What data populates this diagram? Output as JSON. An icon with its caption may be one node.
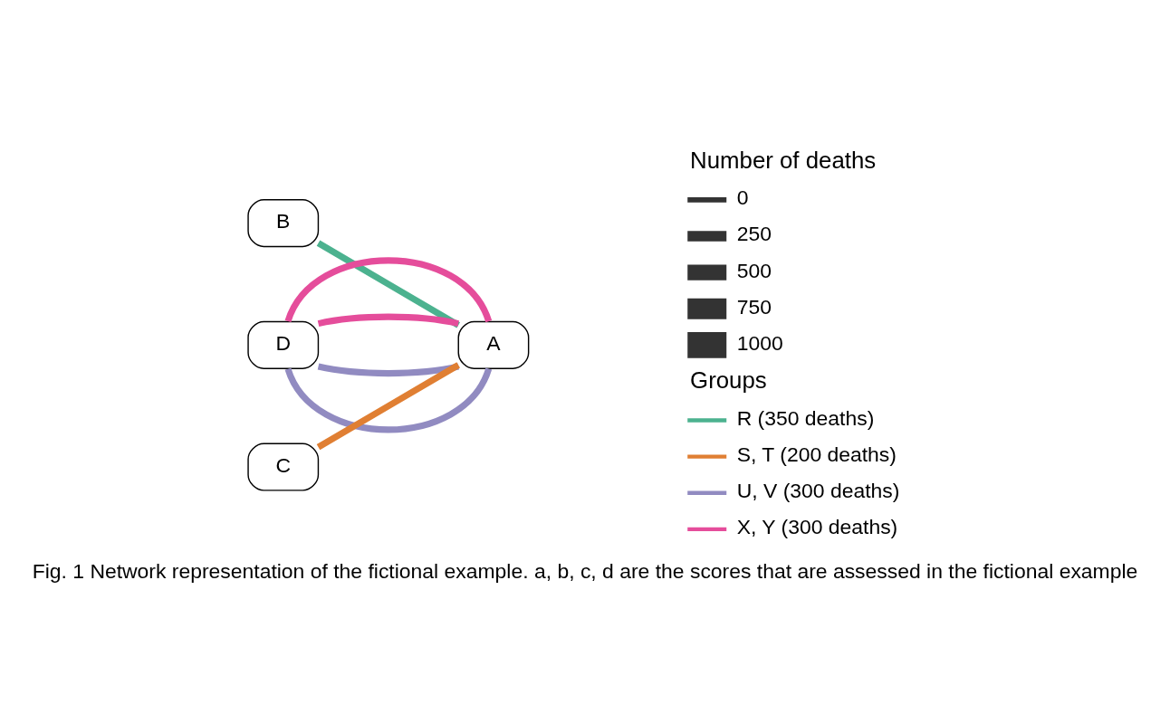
{
  "diagram": {
    "caption": "Fig. 1 Network representation of the fictional example. a, b, c, d are the scores that are assessed in the fictional example",
    "nodes": [
      {
        "text": [
          "B"
        ]
      },
      {
        "text": [
          "D"
        ]
      },
      {
        "text": [
          "A"
        ]
      },
      {
        "text": [
          "C"
        ]
      }
    ],
    "edges": [
      {
        "from": 0,
        "to": 2,
        "arrow": "none",
        "color": "#4cb28f"
      },
      {
        "from": 3,
        "to": 2,
        "arrow": "none",
        "color": "#e07f33"
      },
      {
        "from": 1,
        "to": 2,
        "arrow": "none",
        "color": "#918bc1"
      },
      {
        "from": 1,
        "to": 2,
        "arrow": "none",
        "color": "#918bc1"
      },
      {
        "from": 1,
        "to": 2,
        "arrow": "none",
        "color": "#e54d9b"
      },
      {
        "from": 1,
        "to": 2,
        "arrow": "none",
        "color": "#e54d9b"
      }
    ],
    "labels": [
      "Number of deaths",
      "Groups"
    ],
    "legend": [
      {
        "text": "0"
      },
      {
        "text": "250"
      },
      {
        "text": "500"
      },
      {
        "text": "750"
      },
      {
        "text": "1000"
      },
      {
        "text": "R (350 deaths)",
        "color": "#4cb28f"
      },
      {
        "text": "S, T (200 deaths)",
        "color": "#e07f33"
      },
      {
        "text": "U, V (300 deaths)",
        "color": "#918bc1"
      },
      {
        "text": "X, Y (300 deaths)",
        "color": "#e54d9b"
      }
    ]
  }
}
